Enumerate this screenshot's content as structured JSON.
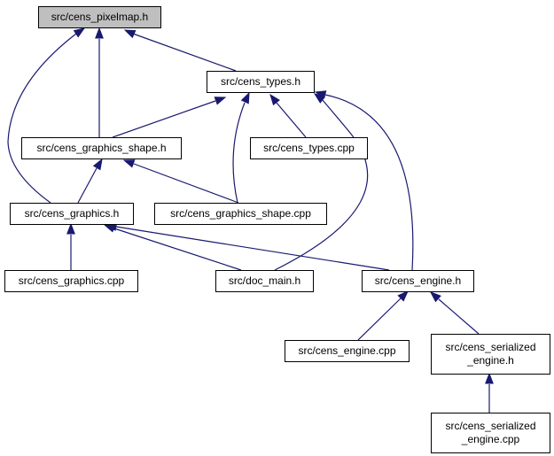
{
  "diagram": {
    "type": "include-dependency-graph",
    "colors": {
      "edge": "#191970",
      "root_fill": "#bfbfbf",
      "node_fill": "#ffffff",
      "node_border": "#000000"
    },
    "nodes": [
      {
        "id": "pixelmap_h",
        "lines": [
          "src/cens_pixelmap.h"
        ],
        "root": true
      },
      {
        "id": "types_h",
        "lines": [
          "src/cens_types.h"
        ]
      },
      {
        "id": "graphics_shape_h",
        "lines": [
          "src/cens_graphics_shape.h"
        ]
      },
      {
        "id": "types_cpp",
        "lines": [
          "src/cens_types.cpp"
        ]
      },
      {
        "id": "graphics_h",
        "lines": [
          "src/cens_graphics.h"
        ]
      },
      {
        "id": "graphics_shape_cpp",
        "lines": [
          "src/cens_graphics_shape.cpp"
        ]
      },
      {
        "id": "graphics_cpp",
        "lines": [
          "src/cens_graphics.cpp"
        ]
      },
      {
        "id": "doc_main_h",
        "lines": [
          "src/doc_main.h"
        ]
      },
      {
        "id": "engine_h",
        "lines": [
          "src/cens_engine.h"
        ]
      },
      {
        "id": "engine_cpp",
        "lines": [
          "src/cens_engine.cpp"
        ]
      },
      {
        "id": "serialized_engine_h",
        "lines": [
          "src/cens_serialized",
          "_engine.h"
        ]
      },
      {
        "id": "serialized_engine_cpp",
        "lines": [
          "src/cens_serialized",
          "_engine.cpp"
        ]
      }
    ],
    "edges": [
      {
        "from": "types_h",
        "to": "pixelmap_h"
      },
      {
        "from": "graphics_shape_h",
        "to": "pixelmap_h"
      },
      {
        "from": "graphics_h",
        "to": "pixelmap_h"
      },
      {
        "from": "graphics_shape_h",
        "to": "types_h"
      },
      {
        "from": "types_cpp",
        "to": "types_h"
      },
      {
        "from": "graphics_shape_cpp",
        "to": "types_h"
      },
      {
        "from": "doc_main_h",
        "to": "types_h"
      },
      {
        "from": "engine_h",
        "to": "types_h"
      },
      {
        "from": "graphics_h",
        "to": "graphics_shape_h"
      },
      {
        "from": "graphics_shape_cpp",
        "to": "graphics_shape_h"
      },
      {
        "from": "graphics_cpp",
        "to": "graphics_h"
      },
      {
        "from": "doc_main_h",
        "to": "graphics_h"
      },
      {
        "from": "engine_h",
        "to": "graphics_h"
      },
      {
        "from": "engine_cpp",
        "to": "engine_h"
      },
      {
        "from": "serialized_engine_h",
        "to": "engine_h"
      },
      {
        "from": "serialized_engine_cpp",
        "to": "serialized_engine_h"
      }
    ]
  }
}
